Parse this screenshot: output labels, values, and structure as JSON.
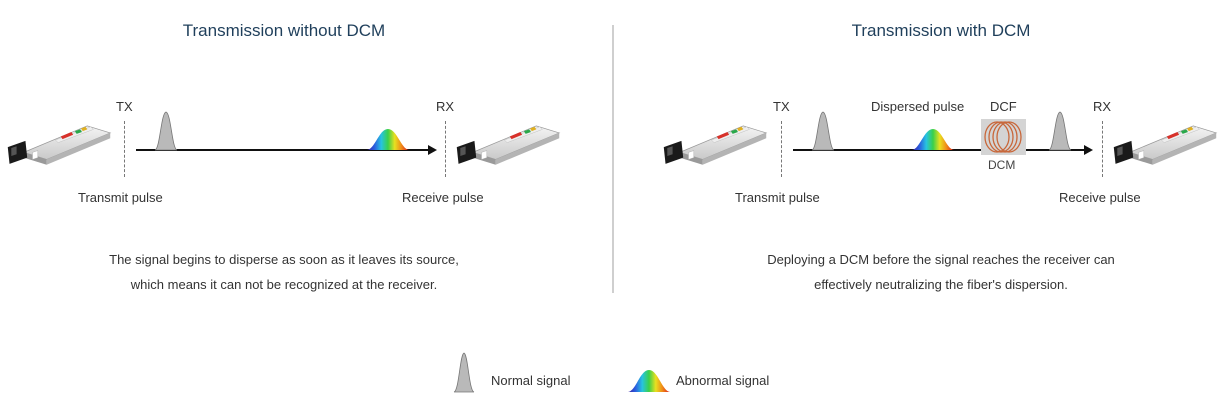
{
  "left_panel": {
    "title": "Transmission without DCM",
    "tx_label": "TX",
    "rx_label": "RX",
    "transmit_label": "Transmit pulse",
    "receive_label": "Receive pulse",
    "caption_line1": "The signal begins to disperse as soon as it leaves its source,",
    "caption_line2": "which means it can not be recognized at the receiver."
  },
  "right_panel": {
    "title": "Transmission with DCM",
    "tx_label": "TX",
    "rx_label": "RX",
    "dispersed_label": "Dispersed pulse",
    "dcf_label": "DCF",
    "dcm_label": "DCM",
    "transmit_label": "Transmit pulse",
    "receive_label": "Receive pulse",
    "caption_line1": "Deploying  a DCM before the signal reaches the receiver can",
    "caption_line2": "effectively neutralizing the fiber's dispersion."
  },
  "legend": {
    "normal_label": "Normal signal",
    "abnormal_label": "Abnormal signal"
  },
  "colors": {
    "title": "#1f3f5b",
    "normal_pulse_fill": "#b9b9b9",
    "normal_pulse_stroke": "#777777",
    "coil": "#c8673a",
    "coil_background": "#d4d4d4",
    "divider": "#cfcfcf"
  },
  "icons": {
    "transceiver": "sfp-transceiver-icon",
    "normal_pulse": "normal-pulse-icon",
    "abnormal_pulse": "rainbow-pulse-icon",
    "coil": "fiber-coil-icon"
  }
}
